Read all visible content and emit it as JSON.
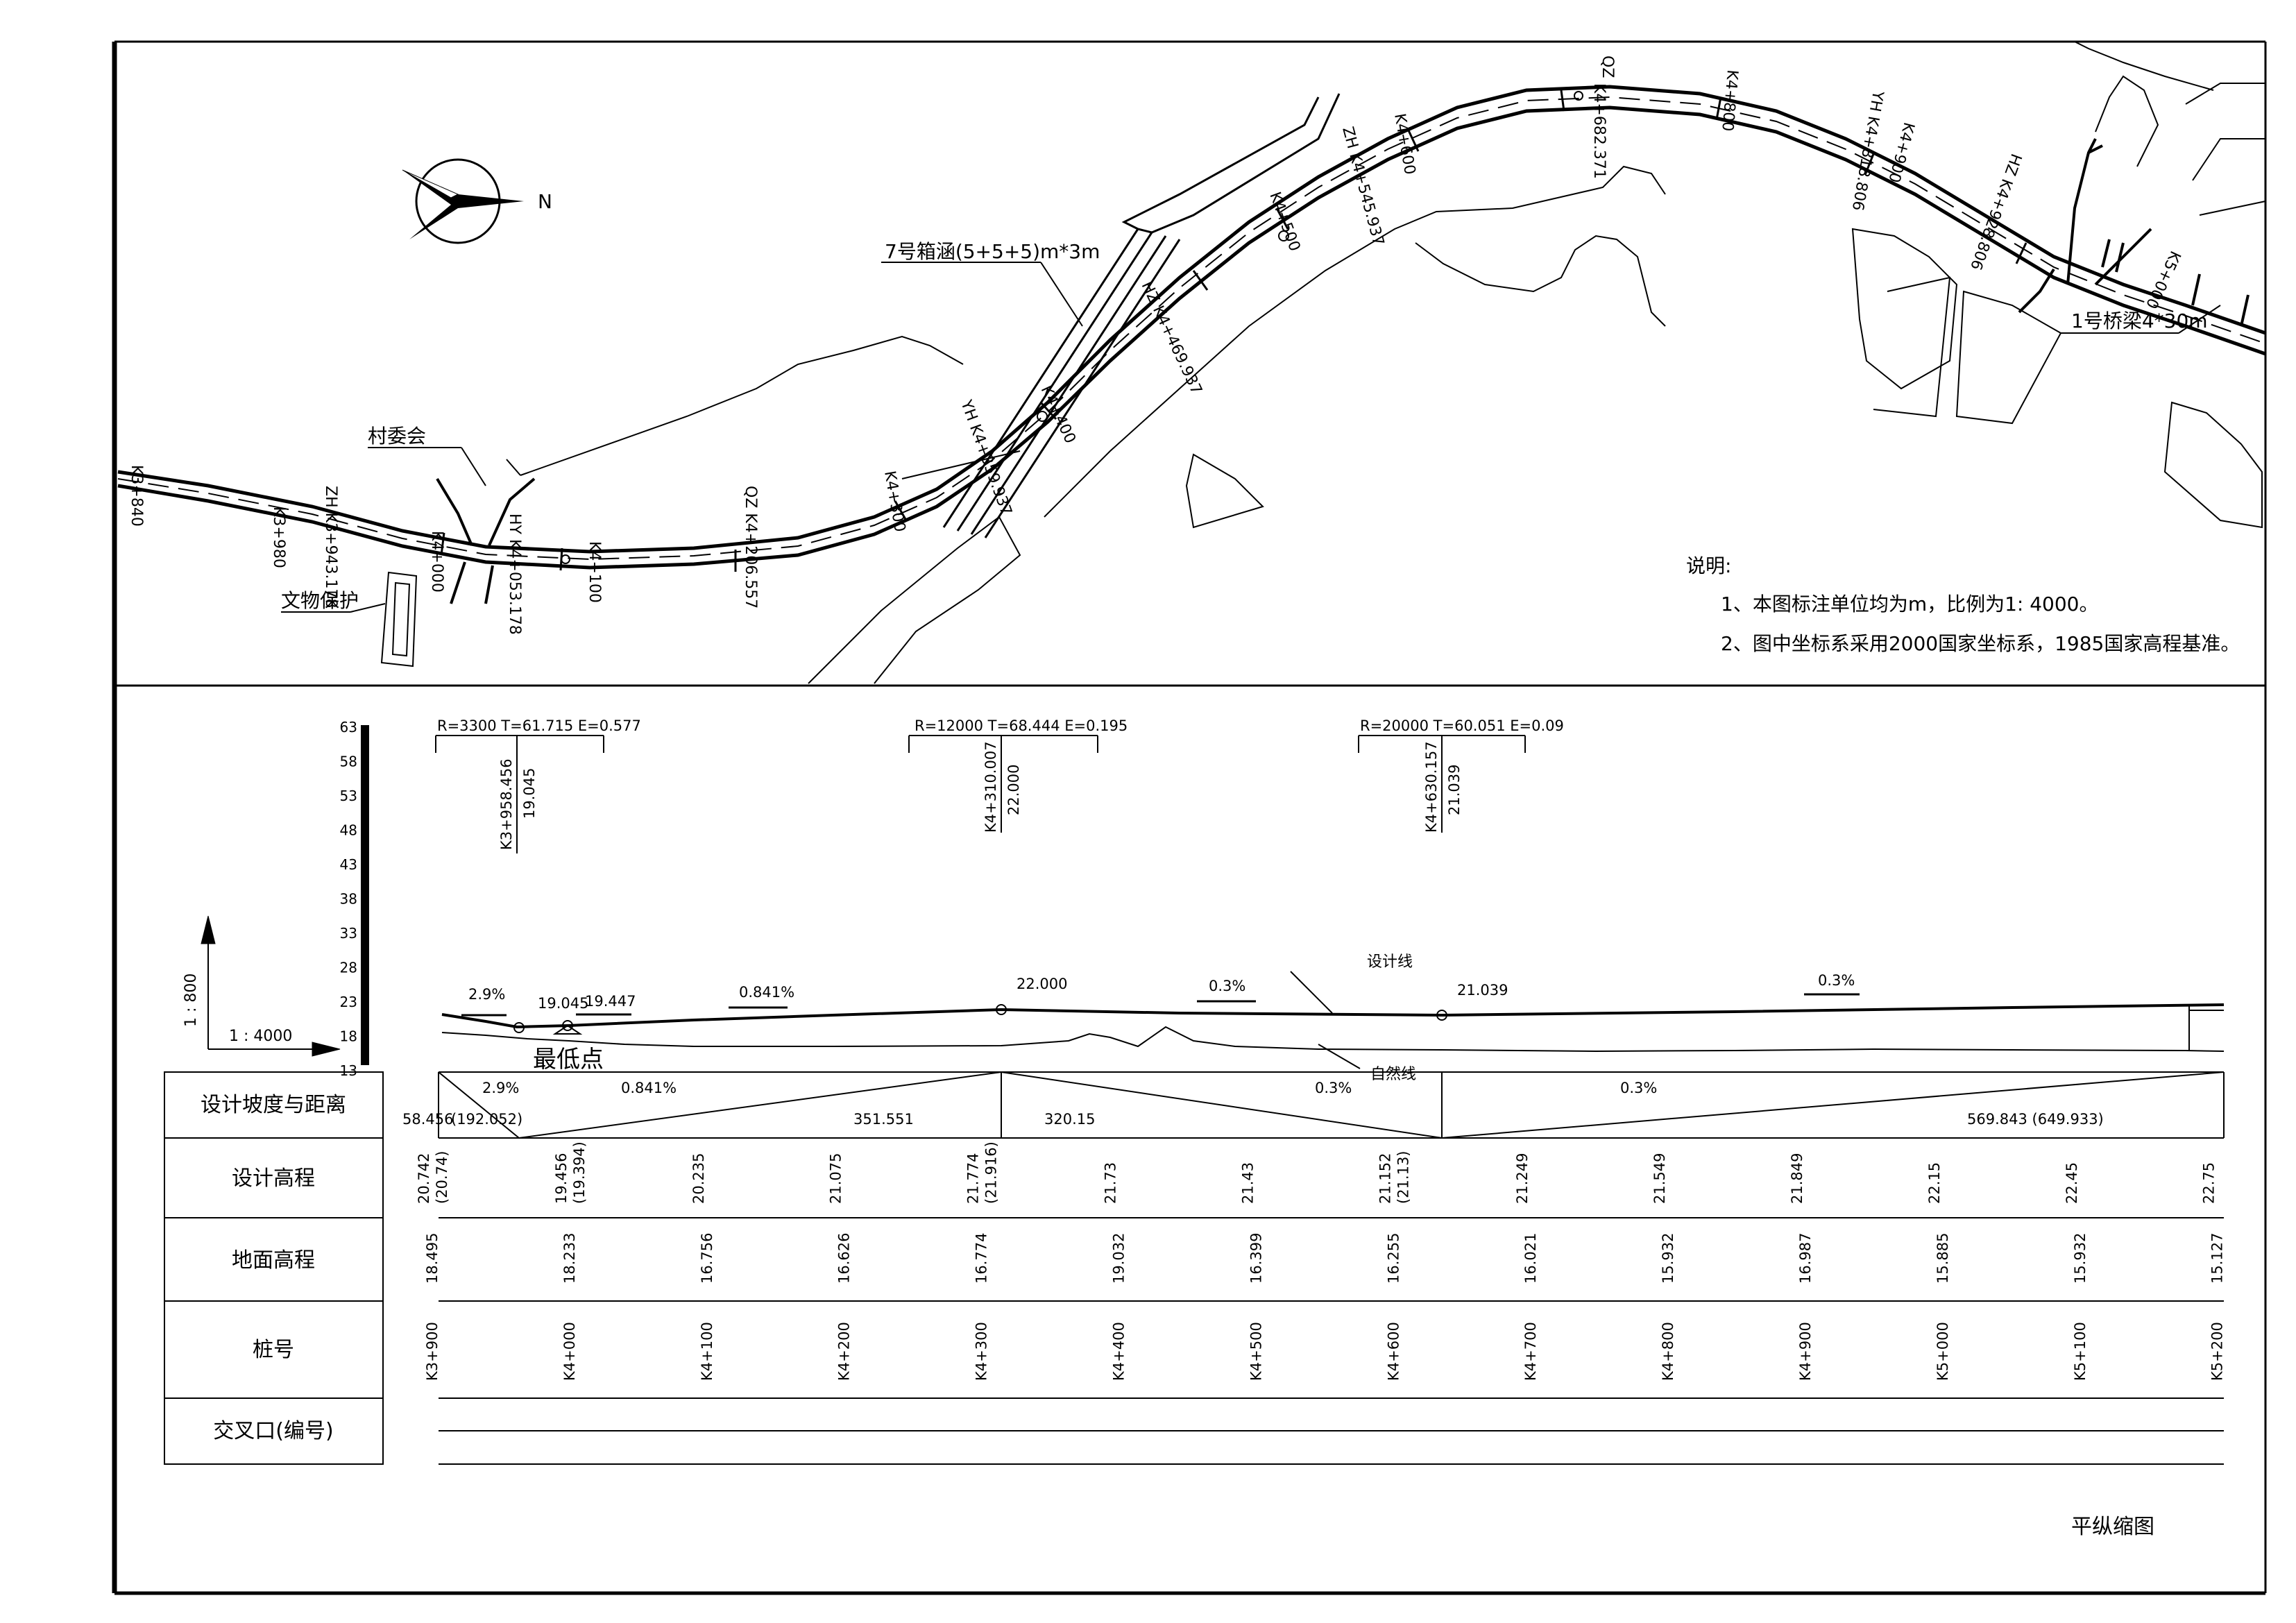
{
  "north_arrow": {
    "label": "N"
  },
  "plan": {
    "labels": {
      "culvert": "7号箱涵(5+5+5)m*3m",
      "bridge": "1号桥梁4*30m",
      "village": "村委会",
      "relic": "文物保护"
    },
    "stations": [
      {
        "text": "K3+840",
        "rot": 90
      },
      {
        "text": "ZH K3+943.178",
        "rot": 90
      },
      {
        "text": "K3+980",
        "rot": 90
      },
      {
        "text": "K4+000",
        "rot": 90
      },
      {
        "text": "HY K4+053.178",
        "rot": 90
      },
      {
        "text": "K4+100",
        "rot": 90
      },
      {
        "text": "QZ K4+206.557",
        "rot": 90
      },
      {
        "text": "K4+300",
        "rot": 80
      },
      {
        "text": "YH K4+359.937",
        "rot": 70
      },
      {
        "text": "K4+400",
        "rot": 65
      },
      {
        "text": "HZ K4+469.937",
        "rot": 65
      },
      {
        "text": "K4+500",
        "rot": 70
      },
      {
        "text": "ZH K4+545.937",
        "rot": 75
      },
      {
        "text": "K4+600",
        "rot": 80
      },
      {
        "text": "QZ",
        "rot": 90
      },
      {
        "text": "K4+682.371",
        "rot": 90
      },
      {
        "text": "K4+800",
        "rot": 95
      },
      {
        "text": "YH K4+818.806",
        "rot": 100
      },
      {
        "text": "K4+900",
        "rot": 105
      },
      {
        "text": "HZ K4+928.806",
        "rot": 110
      },
      {
        "text": "K5+000",
        "rot": 115
      }
    ],
    "notes": {
      "heading": "说明:",
      "line1": "1、本图标注单位均为m，比例为1: 4000。",
      "line2": "2、图中坐标系采用2000国家坐标系，1985国家高程基准。"
    }
  },
  "profile": {
    "axis_ticks": [
      "63",
      "58",
      "53",
      "48",
      "43",
      "38",
      "33",
      "28",
      "23",
      "18",
      "13"
    ],
    "scale_v": "1 : 800",
    "scale_h": "1 : 4000",
    "curves": [
      {
        "params": "R=3300 T=61.715 E=0.577",
        "station": "K3+958.456",
        "elev": "19.045"
      },
      {
        "params": "R=12000 T=68.444 E=0.195",
        "station": "K4+310.007",
        "elev": "22.000"
      },
      {
        "params": "R=20000 T=60.051 E=0.09",
        "station": "K4+630.157",
        "elev": "21.039"
      }
    ],
    "grades_on_line": [
      "2.9%",
      "0.841%",
      "0.3%",
      "0.3%"
    ],
    "point_labels": {
      "p1": "19.045",
      "p2": "19.447",
      "p3": "22.000",
      "p4": "21.039"
    },
    "design_line_label": "设计线",
    "natural_line_label": "自然线",
    "lowest_point_label": "最低点"
  },
  "table": {
    "row_labels": [
      "设计坡度与距离",
      "设计高程",
      "地面高程",
      "桩号",
      "交叉口(编号)"
    ],
    "grade_cells": {
      "start": "58.456",
      "seg1_grade": "2.9%",
      "seg1_dist": "(192.052)",
      "seg2_grade": "0.841%",
      "seg2_dist": "351.551",
      "seg3_grade": "0.3%",
      "seg3_dist": "320.15",
      "seg4_grade": "0.3%",
      "seg4_dist": "569.843 (649.933)"
    },
    "design_elev": [
      [
        "20.742",
        "(20.74)"
      ],
      [
        "19.456",
        "(19.394)"
      ],
      [
        "20.235",
        ""
      ],
      [
        "21.075",
        ""
      ],
      [
        "21.774",
        "(21.916)"
      ],
      [
        "21.73",
        ""
      ],
      [
        "21.43",
        ""
      ],
      [
        "21.152",
        "(21.13)"
      ],
      [
        "21.249",
        ""
      ],
      [
        "21.549",
        ""
      ],
      [
        "21.849",
        ""
      ],
      [
        "22.15",
        ""
      ],
      [
        "22.45",
        ""
      ],
      [
        "22.75",
        ""
      ]
    ],
    "ground_elev": [
      "18.495",
      "18.233",
      "16.756",
      "16.626",
      "16.774",
      "19.032",
      "16.399",
      "16.255",
      "16.021",
      "15.932",
      "16.987",
      "15.885",
      "15.932",
      "15.127"
    ],
    "stakes": [
      "K3+900",
      "K4+000",
      "K4+100",
      "K4+200",
      "K4+300",
      "K4+400",
      "K4+500",
      "K4+600",
      "K4+700",
      "K4+800",
      "K4+900",
      "K5+000",
      "K5+100",
      "K5+200"
    ]
  },
  "footer": {
    "title": "平纵缩图"
  }
}
